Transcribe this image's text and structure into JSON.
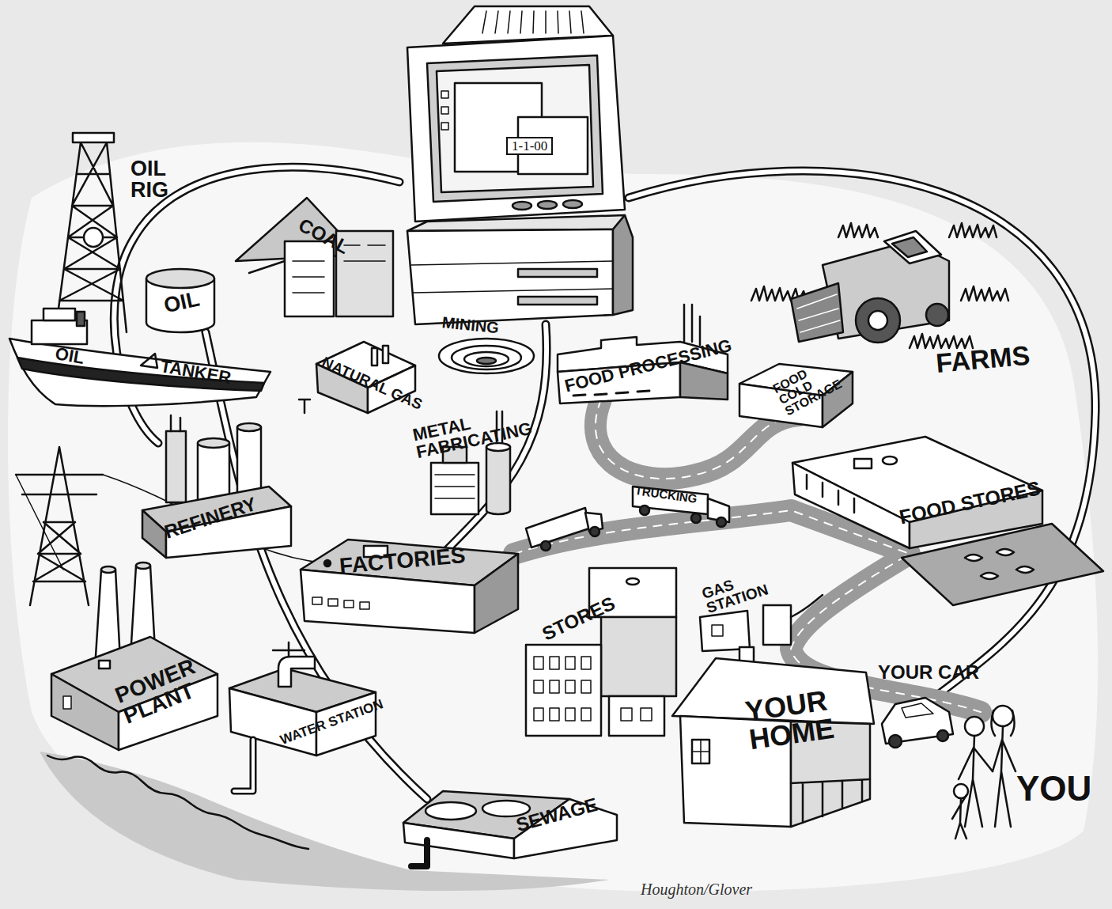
{
  "diagram": {
    "caption": "Houghton/Glover",
    "nodes": [
      {
        "text": [
          "1-1-00"
        ]
      },
      {
        "text": [
          "OIL RIG"
        ]
      },
      {
        "text": [
          "COAL"
        ]
      },
      {
        "text": [
          "OIL"
        ]
      },
      {
        "text": [
          "FARMS"
        ]
      },
      {
        "text": [
          "MINING"
        ]
      },
      {
        "text": [
          "OIL",
          "TANKER"
        ]
      },
      {
        "text": [
          "NATURAL GAS"
        ]
      },
      {
        "text": [
          "FOOD PROCESSING"
        ]
      },
      {
        "text": [
          "FOOD COLD STORAGE"
        ]
      },
      {
        "text": [
          "METAL FABRICATING"
        ]
      },
      {
        "text": [
          "REFINERY"
        ]
      },
      {
        "text": [
          "TRUCKING"
        ]
      },
      {
        "text": [
          "FOOD STORES"
        ]
      },
      {
        "text": [
          "FACTORIES"
        ]
      },
      {
        "text": [
          "GAS STATION"
        ]
      },
      {
        "text": [
          "STORES"
        ]
      },
      {
        "text": [
          "POWER PLANT"
        ]
      },
      {
        "text": [
          "YOUR CAR"
        ]
      },
      {
        "text": [
          "YOUR HOME"
        ]
      },
      {
        "text": [
          "WATER STATION"
        ]
      },
      {
        "text": [
          "SEWAGE"
        ]
      },
      {
        "text": [
          "YOU"
        ]
      }
    ],
    "edges": [
      {
        "from": 0,
        "to": 1,
        "arrow": "none"
      },
      {
        "from": 0,
        "to": 2,
        "arrow": "none"
      },
      {
        "from": 0,
        "to": 4,
        "arrow": "none"
      },
      {
        "from": 0,
        "to": 5,
        "arrow": "none"
      },
      {
        "from": 0,
        "to": 8,
        "arrow": "none"
      },
      {
        "from": 0,
        "to": 7,
        "arrow": "none"
      },
      {
        "from": 0,
        "to": 14,
        "arrow": "none"
      },
      {
        "from": 0,
        "to": 17,
        "arrow": "none"
      },
      {
        "from": 3,
        "to": 6,
        "arrow": "none"
      },
      {
        "from": 6,
        "to": 11,
        "arrow": "none"
      },
      {
        "from": 17,
        "to": 14,
        "arrow": "none"
      },
      {
        "from": 20,
        "to": 19,
        "arrow": "none"
      },
      {
        "from": 21,
        "to": 19,
        "arrow": "none"
      },
      {
        "from": 8,
        "to": 9,
        "arrow": "none"
      },
      {
        "from": 9,
        "to": 13,
        "arrow": "none"
      },
      {
        "from": 4,
        "to": 8,
        "arrow": "none"
      },
      {
        "from": 15,
        "to": 18,
        "arrow": "none"
      }
    ]
  }
}
